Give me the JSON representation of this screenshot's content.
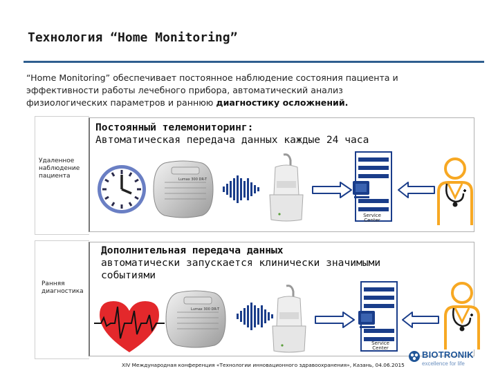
{
  "slide": {
    "title": "Технология “Home Monitoring”",
    "intro_lines": [
      "“Home Monitoring” обеспечивает постоянное наблюдение состояния пациента и",
      "эффективности работы лечебного прибора, автоматический анализ",
      "физиологических параметров и раннюю "
    ],
    "intro_bold": "диагностику осложнений."
  },
  "panel1": {
    "heading": "Постоянный телемониторинг:",
    "subheading": "Автоматическая передача данных каждые 24 часа",
    "side_label": [
      "Удаленное",
      "наблюдение",
      "пациента"
    ],
    "service_center": [
      "Service",
      "Center"
    ]
  },
  "panel2": {
    "heading_lines": [
      "Дополнительная передача данных",
      "автоматически запускается клинически значимыми",
      "событиями"
    ],
    "side_label": [
      "Ранняя",
      "диагностика"
    ],
    "service_center": [
      "Service",
      "Center"
    ]
  },
  "device_label": "Lumax 300 DR-T",
  "footer": "XIV Международная конференция «Технологии инновационного здравоохранения», Казань, 04.06.2015",
  "logo": {
    "name": "BIOTRONIK",
    "tagline": "excellence for life"
  },
  "colors": {
    "accent": "#2f5e8f",
    "icon_blue": "#1a3d8a",
    "clock_blue": "#6a7fc4",
    "heart_red": "#e3282b",
    "doctor_orange": "#f7a823",
    "brand_blue": "#1f5597"
  }
}
